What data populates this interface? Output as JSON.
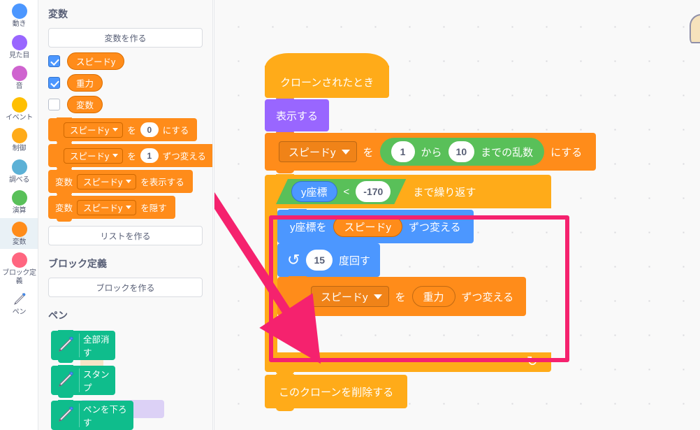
{
  "categories": [
    {
      "label": "動き",
      "color": "#4c97ff",
      "icon": "motion-dot",
      "selected": false
    },
    {
      "label": "見た目",
      "color": "#9966ff",
      "icon": "looks-dot",
      "selected": false
    },
    {
      "label": "音",
      "color": "#cf63cf",
      "icon": "sound-dot",
      "selected": false
    },
    {
      "label": "イベント",
      "color": "#ffbf00",
      "icon": "events-dot",
      "selected": false
    },
    {
      "label": "制御",
      "color": "#ffab19",
      "icon": "control-dot",
      "selected": false
    },
    {
      "label": "調べる",
      "color": "#5cb1d6",
      "icon": "sensing-dot",
      "selected": false
    },
    {
      "label": "演算",
      "color": "#59c059",
      "icon": "operators-dot",
      "selected": false
    },
    {
      "label": "変数",
      "color": "#ff8c1a",
      "icon": "variables-dot",
      "selected": true
    },
    {
      "label": "ブロック定義",
      "color": "#ff6680",
      "icon": "myblocks-dot",
      "selected": false
    },
    {
      "label": "ペン",
      "color": "#0fbd8c",
      "icon": "pen-icon",
      "selected": false
    }
  ],
  "palette": {
    "variables_heading": "変数",
    "make_variable_button": "変数を作る",
    "variable_checkboxes": [
      {
        "name": "スピードy",
        "checked": true
      },
      {
        "name": "重力",
        "checked": true
      },
      {
        "name": "変数",
        "checked": false
      }
    ],
    "blocks": [
      {
        "id": "set-var",
        "prefix": "",
        "dropdown": "スピードy",
        "mid": "を",
        "value": "0",
        "suffix": "にする"
      },
      {
        "id": "change-var",
        "prefix": "",
        "dropdown": "スピードy",
        "mid": "を",
        "value": "1",
        "suffix": "ずつ変える"
      },
      {
        "id": "show-var",
        "prefix": "変数",
        "dropdown": "スピードy",
        "mid": "",
        "value": "",
        "suffix": "を表示する"
      },
      {
        "id": "hide-var",
        "prefix": "変数",
        "dropdown": "スピードy",
        "mid": "",
        "value": "",
        "suffix": "を隠す"
      }
    ],
    "make_list_button": "リストを作る",
    "myblocks_heading": "ブロック定義",
    "make_block_button": "ブロックを作る",
    "pen_heading": "ペン",
    "pen_blocks": [
      {
        "label": "全部消す"
      },
      {
        "label": "スタンプ"
      },
      {
        "label": "ペンを下ろす"
      }
    ]
  },
  "script": {
    "hat": "クローンされたとき",
    "show": "表示する",
    "set_random": {
      "dropdown": "スピードy",
      "wo": "を",
      "from": "1",
      "kara": "から",
      "to": "10",
      "made": "までの乱数",
      "suffix": "にする"
    },
    "repeat_until": {
      "reporter": "y座標",
      "operator": "<",
      "value": "-170",
      "label": "まで繰り返す"
    },
    "change_y": {
      "prefix": "y座標を",
      "variable": "スピードy",
      "suffix": "ずつ変える"
    },
    "turn": {
      "icon": "turn-right-icon",
      "value": "15",
      "suffix": "度回す"
    },
    "change_speed": {
      "dropdown": "スピードy",
      "wo": "を",
      "variable": "重力",
      "suffix": "ずつ変える"
    },
    "delete_clone": "このクローンを削除する"
  },
  "annotations": {
    "highlight_color": "#f5226e",
    "arrow_color": "#f5226e",
    "arrow_from": "change-var palette block",
    "arrow_to": "change-speed block in loop"
  },
  "colors": {
    "variables": "#ff8c1a",
    "control": "#ffab19",
    "motion": "#4c97ff",
    "looks": "#9966ff",
    "operators": "#59c059",
    "pen": "#0fbd8c",
    "myblocks": "#ff6680",
    "text_muted": "#575e75"
  }
}
